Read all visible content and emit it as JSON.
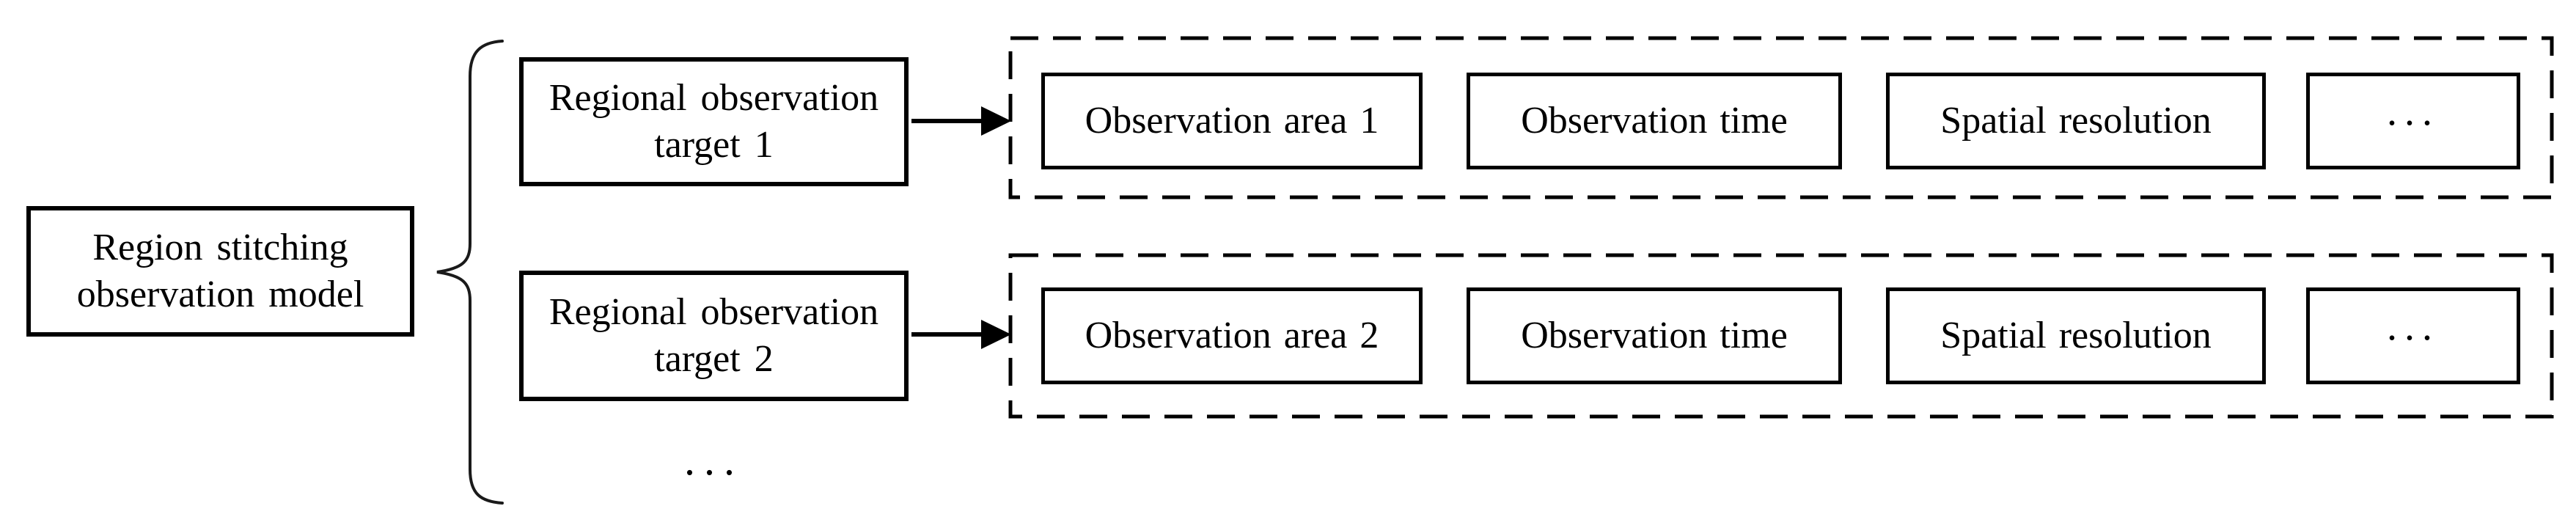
{
  "figure": {
    "root_box": {
      "line1": "Region stitching",
      "line2": "observation model"
    },
    "target_boxes": [
      {
        "line1": "Regional observation",
        "line2": "target 1"
      },
      {
        "line1": "Regional observation",
        "line2": "target 2"
      }
    ],
    "more_targets_ellipsis": "...",
    "attribute_rows": [
      {
        "cells": [
          "Observation area 1",
          "Observation time",
          "Spatial resolution",
          "..."
        ]
      },
      {
        "cells": [
          "Observation area 2",
          "Observation time",
          "Spatial resolution",
          "..."
        ]
      }
    ],
    "colors": {
      "stroke": "#000000",
      "background": "#ffffff"
    }
  }
}
